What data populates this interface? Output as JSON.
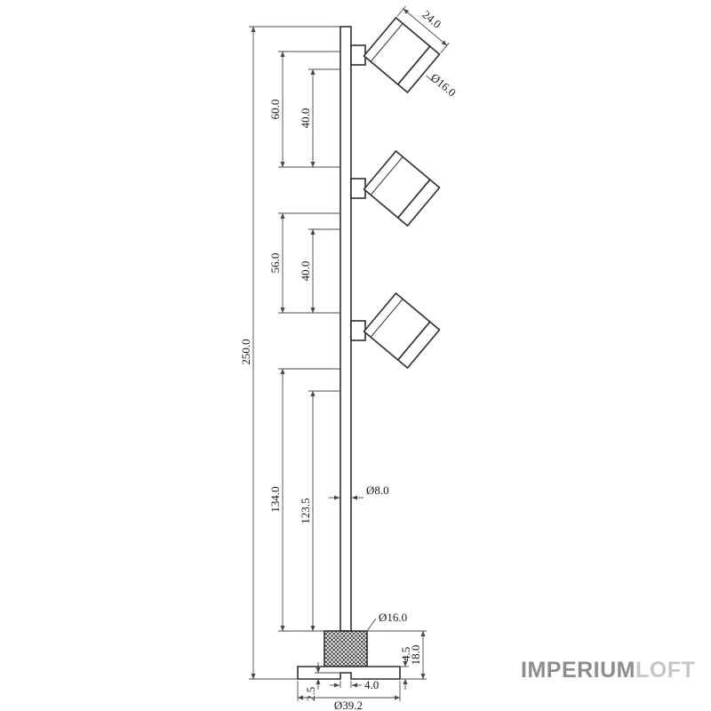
{
  "dims": {
    "head_width": "24.0",
    "head_diameter": "Ø16.0",
    "spacing_top": "60.0",
    "spacing_top_inner": "40.0",
    "spacing_middle": "56.0",
    "spacing_middle_inner": "40.0",
    "total_height": "250.0",
    "lower_section": "134.0",
    "lower_section_inner": "123.5",
    "pole_diameter": "Ø8.0",
    "knob_diameter": "Ø16.0",
    "plate_thickness": "4.5",
    "base_height": "18.0",
    "recess_depth": "2.5",
    "recess_width": "4.0",
    "base_diameter": "Ø39.2"
  },
  "watermark": {
    "primary": "IMPERIUM",
    "secondary": "LOFT"
  },
  "colors": {
    "outline": "#2e2e2e",
    "dimension_line": "#4a4a4a",
    "dimension_text": "#1a1a1a",
    "watermark_primary": "#8d8d8d",
    "watermark_secondary": "#c6c6c6",
    "background": "#ffffff"
  }
}
